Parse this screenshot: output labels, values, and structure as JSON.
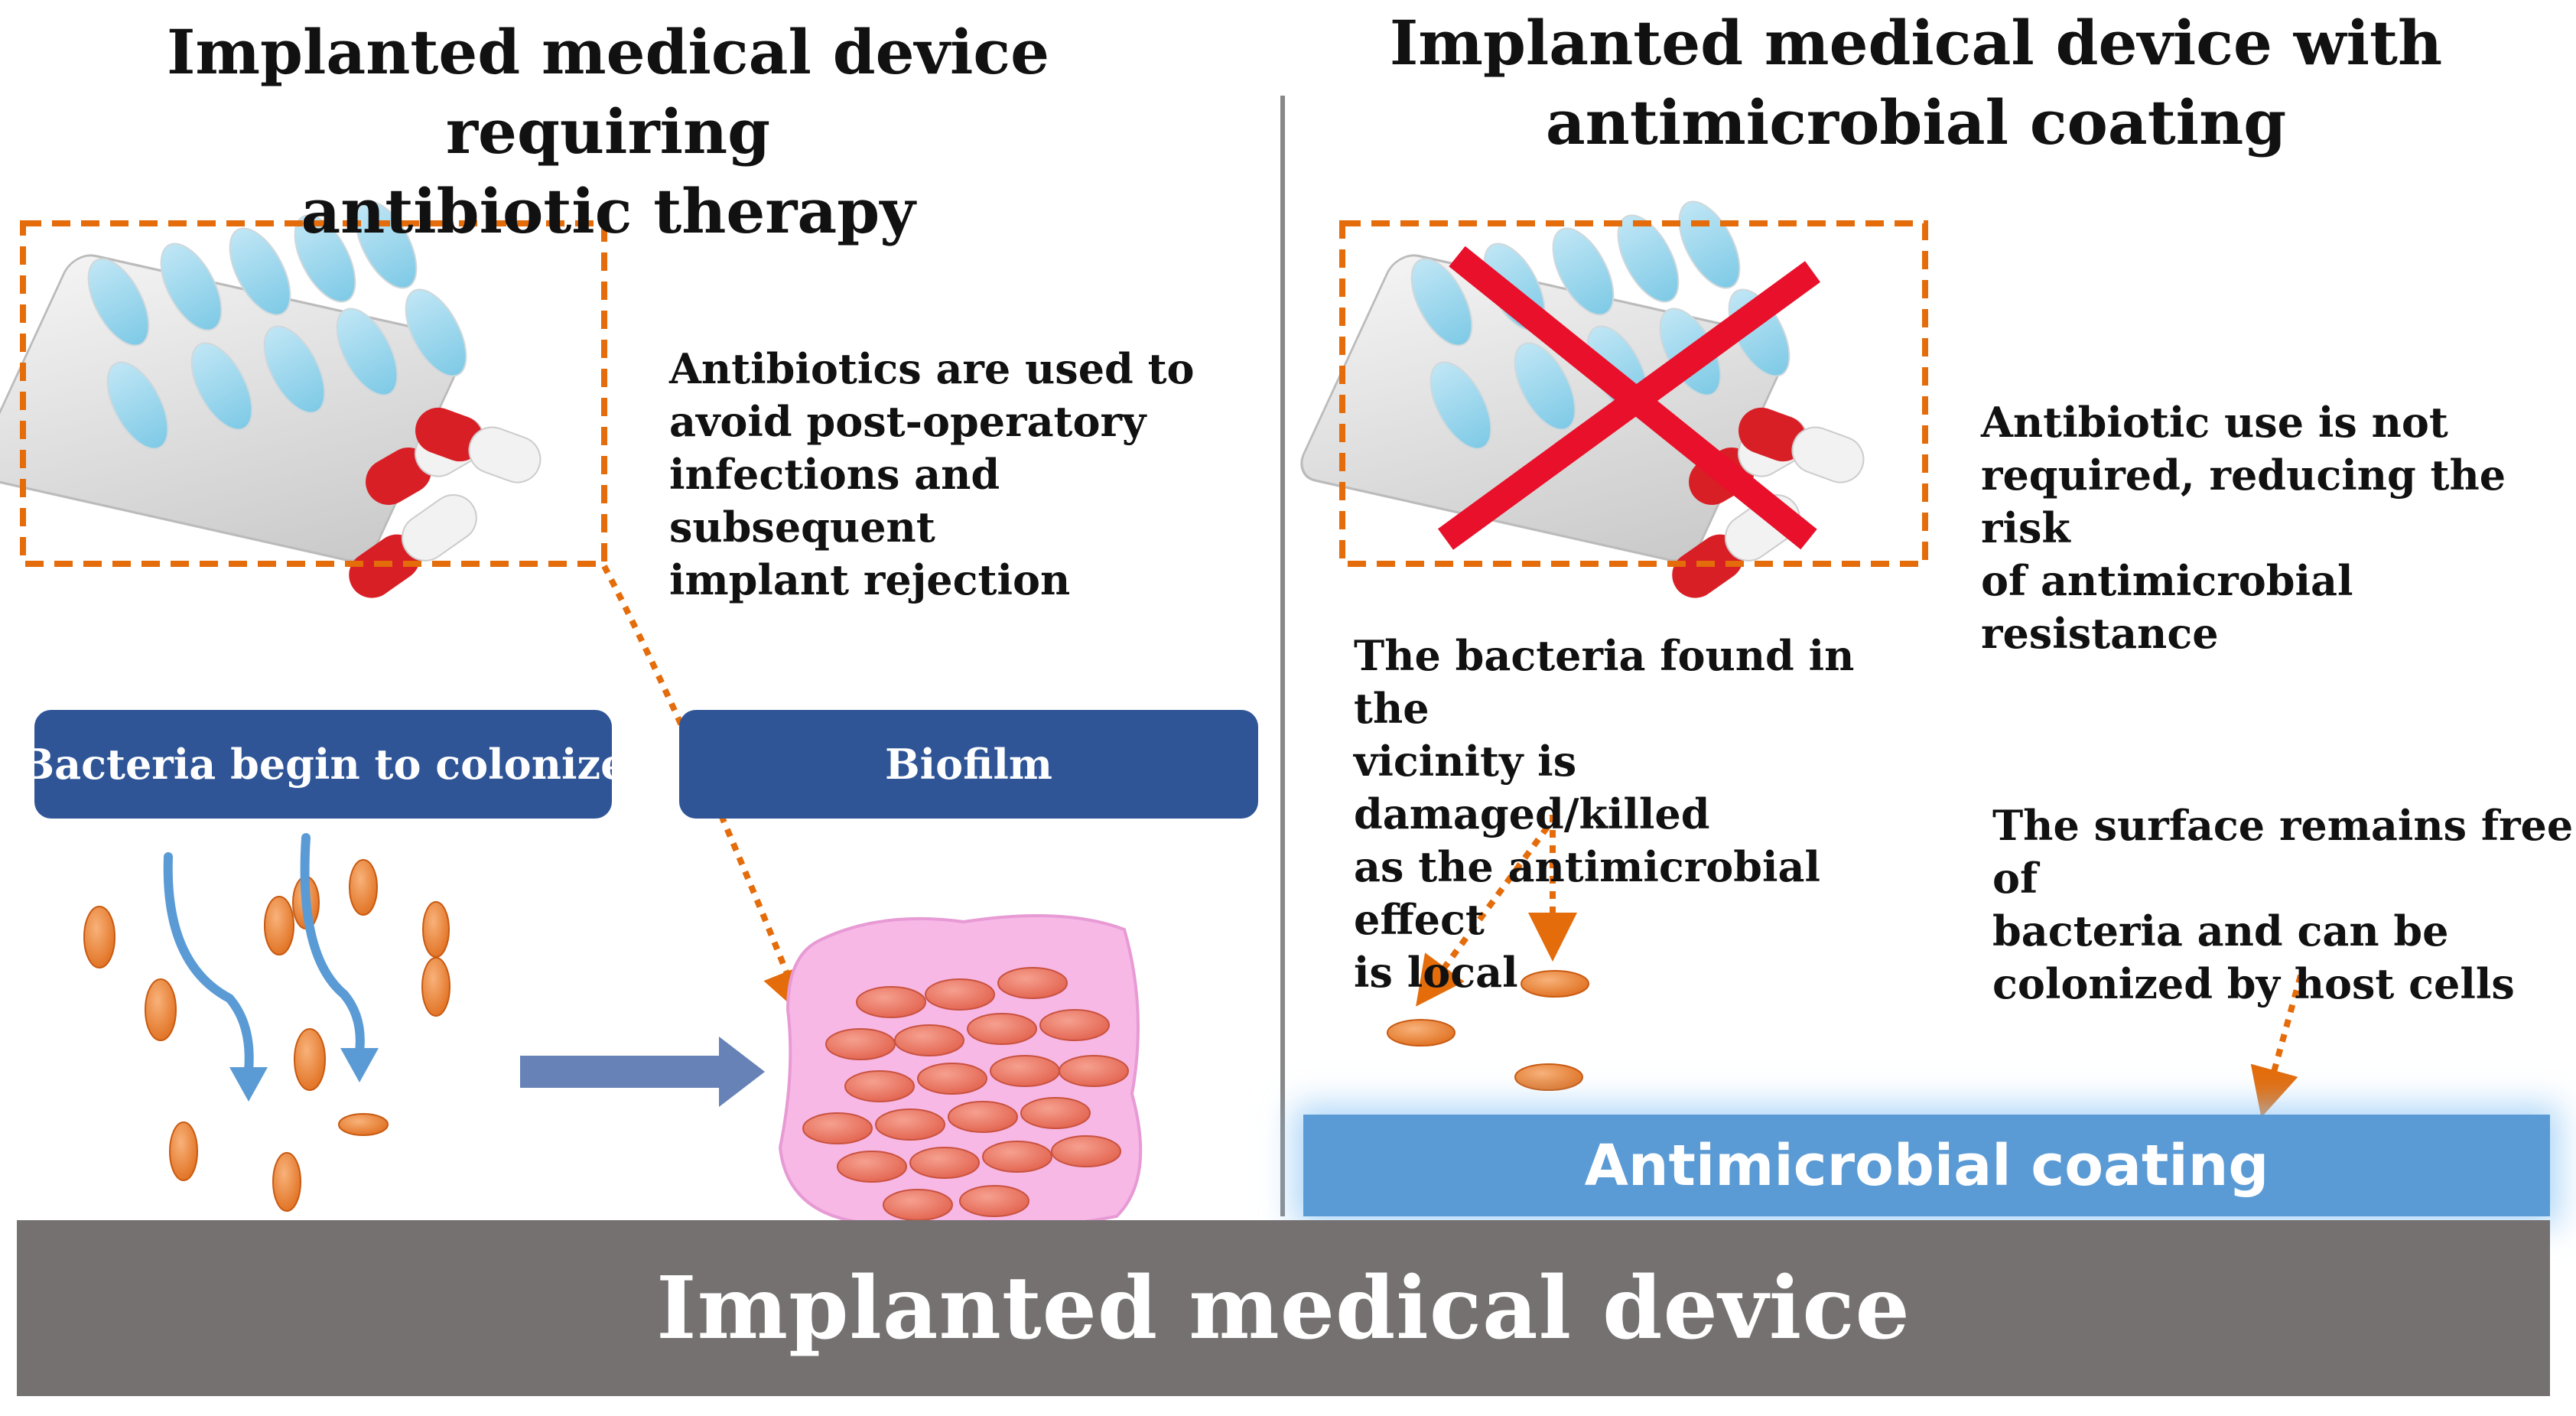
{
  "left_title": [
    "Implanted medical device requiring",
    "antibiotic therapy"
  ],
  "right_title": [
    "Implanted medical device with",
    "antimicrobial coating"
  ],
  "antibiotics_note": [
    "Antibiotics are used to",
    "avoid post-operatory",
    "infections and subsequent",
    "implant rejection"
  ],
  "antibiotic_not_required_note": [
    "Antibiotic use is not",
    "required, reducing the risk",
    "of antimicrobial resistance"
  ],
  "bacteria_damaged_note": [
    "The bacteria found in the",
    "vicinity is damaged/killed",
    "as the antimicrobial effect",
    "is local"
  ],
  "surface_free_note": [
    "The surface remains free of",
    "bacteria and can be",
    "colonized by host cells"
  ],
  "bacteria_colonize_label": "Bacteria begin to colonize",
  "biofilm_label": "Biofilm",
  "coating_label": "Antimicrobial coating",
  "device_label": "Implanted medical device",
  "colors": {
    "pill_blue": "#2f5597",
    "coating_blue": "#5b9bd5",
    "device_gray": "#767171",
    "bacteria_orange": "#e97b2f",
    "dashed_orange": "#e46c0a",
    "cross_red": "#e8102a",
    "biofilm_pink": "#f7b8e6",
    "arrow_blue": "#5b9bd5",
    "arrow_slate": "#6682b6"
  }
}
